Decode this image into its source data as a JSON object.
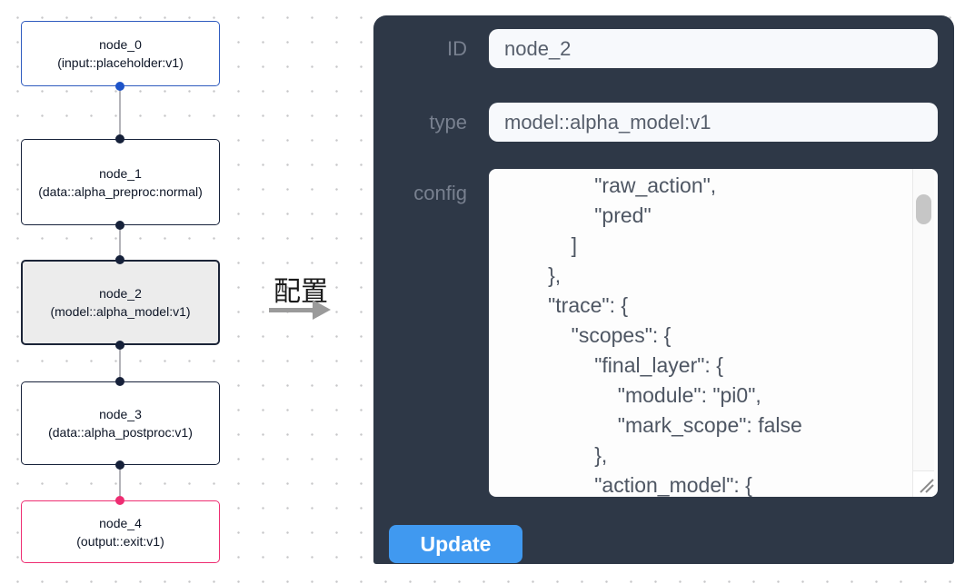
{
  "canvas": {
    "nodes": [
      {
        "id": "node_0",
        "label": "node_0",
        "sublabel": "(input::placeholder:v1)",
        "kind": "input",
        "selected": false
      },
      {
        "id": "node_1",
        "label": "node_1",
        "sublabel": "(data::alpha_preproc:normal)",
        "kind": "default",
        "selected": false
      },
      {
        "id": "node_2",
        "label": "node_2",
        "sublabel": "(model::alpha_model:v1)",
        "kind": "default",
        "selected": true
      },
      {
        "id": "node_3",
        "label": "node_3",
        "sublabel": "(data::alpha_postproc:v1)",
        "kind": "default",
        "selected": false
      },
      {
        "id": "node_4",
        "label": "node_4",
        "sublabel": "(output::exit:v1)",
        "kind": "output",
        "selected": false
      }
    ],
    "colors": {
      "input_accent": "#1d53c9",
      "default_accent": "#16213a",
      "output_accent": "#ee2d72",
      "edge": "#b3b3b9",
      "selected_node_bg": "#ececec",
      "grid_dot": "#c7c7c9"
    }
  },
  "transition": {
    "label": "配置"
  },
  "panel": {
    "fields": [
      {
        "label": "ID",
        "value": "node_2"
      },
      {
        "label": "type",
        "value": "model::alpha_model:v1"
      }
    ],
    "config_label": "config",
    "config_text": "                \"raw_action\",\n                \"pred\"\n            ]\n        },\n        \"trace\": {\n            \"scopes\": {\n                \"final_layer\": {\n                    \"module\": \"pi0\",\n                    \"mark_scope\": false\n                },\n                \"action_model\": {",
    "update_label": "Update",
    "colors": {
      "panel_bg": "#2e3847",
      "field_bg": "#f7f9fc",
      "button_bg": "#4099f0",
      "label_text": "#78808f"
    }
  }
}
